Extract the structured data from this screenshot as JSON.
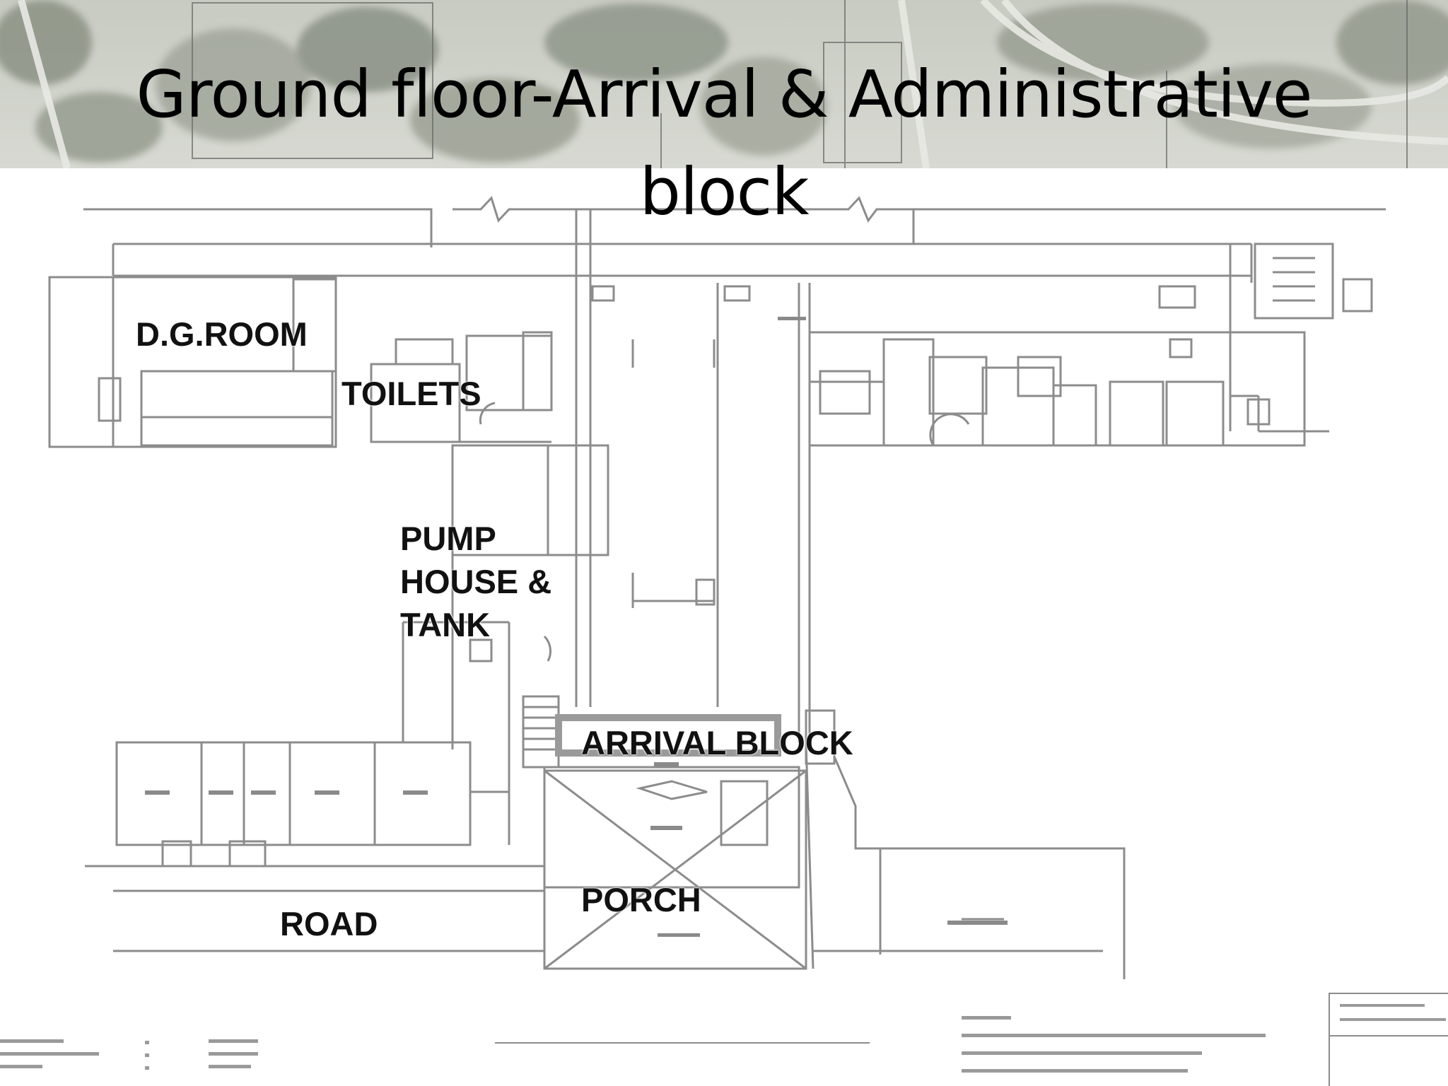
{
  "title": {
    "line1": "Ground floor-Arrival & Administrative",
    "line2": "block"
  },
  "labels": {
    "dg_room": "D.G.ROOM",
    "toilets": "TOILETS",
    "pump_house": [
      "PUMP",
      "HOUSE &",
      "TANK"
    ],
    "arrival_block": "ARRIVAL BLOCK",
    "porch": "PORCH",
    "road": "ROAD"
  },
  "colors": {
    "line": "#8c8c8c",
    "label_text": "#111111",
    "banner_tint": "#b9bdb2"
  }
}
